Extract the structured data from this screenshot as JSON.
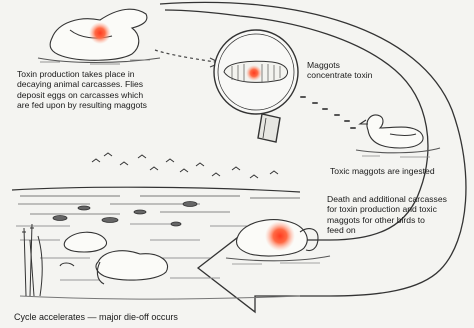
{
  "labels": {
    "toxin_production": "Toxin production takes place in\ndecaying animal carcasses. Flies\ndeposit eggs on carcasses which\nare fed upon by resulting maggots",
    "maggots_concentrate": "Maggots\nconcentrate toxin",
    "toxic_maggots_ingested": "Toxic maggots are ingested",
    "death_carcasses": "Death and additional carcasses\nfor toxin production and toxic\nmaggots for other birds to\nfeed on",
    "cycle_accelerates": "Cycle accelerates — major die-off occurs"
  },
  "colors": {
    "background": "#f4f4f1",
    "ink": "#2b2b2b",
    "toxin_core": "#ff3b1f",
    "toxin_glow": "#ff9a7a",
    "water": "#6c6c6c"
  },
  "icons": {
    "carcass": "dead-bird-carcass",
    "magnifier": "magnifying-glass",
    "maggot": "maggot",
    "duck": "swimming-duck",
    "cycle_arrow": "cycle-arrow"
  }
}
